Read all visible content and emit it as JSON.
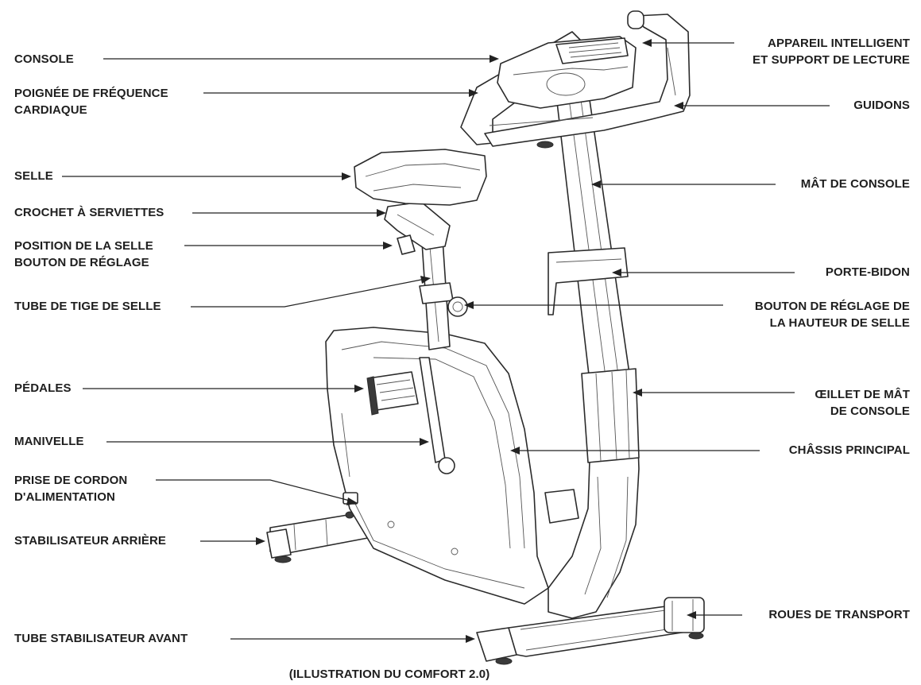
{
  "labels": {
    "console": "CONSOLE",
    "heart_rate_grip": "POIGNÉE DE FRÉQUENCE\nCARDIAQUE",
    "seat": "SELLE",
    "towel_hook": "CROCHET À SERVIETTES",
    "seat_position_knob": "POSITION DE LA SELLE\nBOUTON DE RÉGLAGE",
    "seat_post_tube": "TUBE DE TIGE DE SELLE",
    "pedals": "PÉDALES",
    "crank": "MANIVELLE",
    "power_cord_socket": "PRISE DE CORDON\nD'ALIMENTATION",
    "rear_stabilizer": "STABILISATEUR ARRIÈRE",
    "front_stabilizer_tube": "TUBE STABILISATEUR AVANT",
    "smart_device_holder": "APPAREIL INTELLIGENT\nET SUPPORT DE LECTURE",
    "handlebars": "GUIDONS",
    "console_mast": "MÂT DE CONSOLE",
    "bottle_holder": "PORTE-BIDON",
    "seat_height_knob": "BOUTON DE RÉGLAGE DE\nLA HAUTEUR DE SELLE",
    "mast_grommet": "ŒILLET DE MÂT\nDE CONSOLE",
    "main_frame": "CHÂSSIS PRINCIPAL",
    "transport_wheels": "ROUES DE TRANSPORT"
  },
  "caption": "(ILLUSTRATION DU COMFORT 2.0)"
}
